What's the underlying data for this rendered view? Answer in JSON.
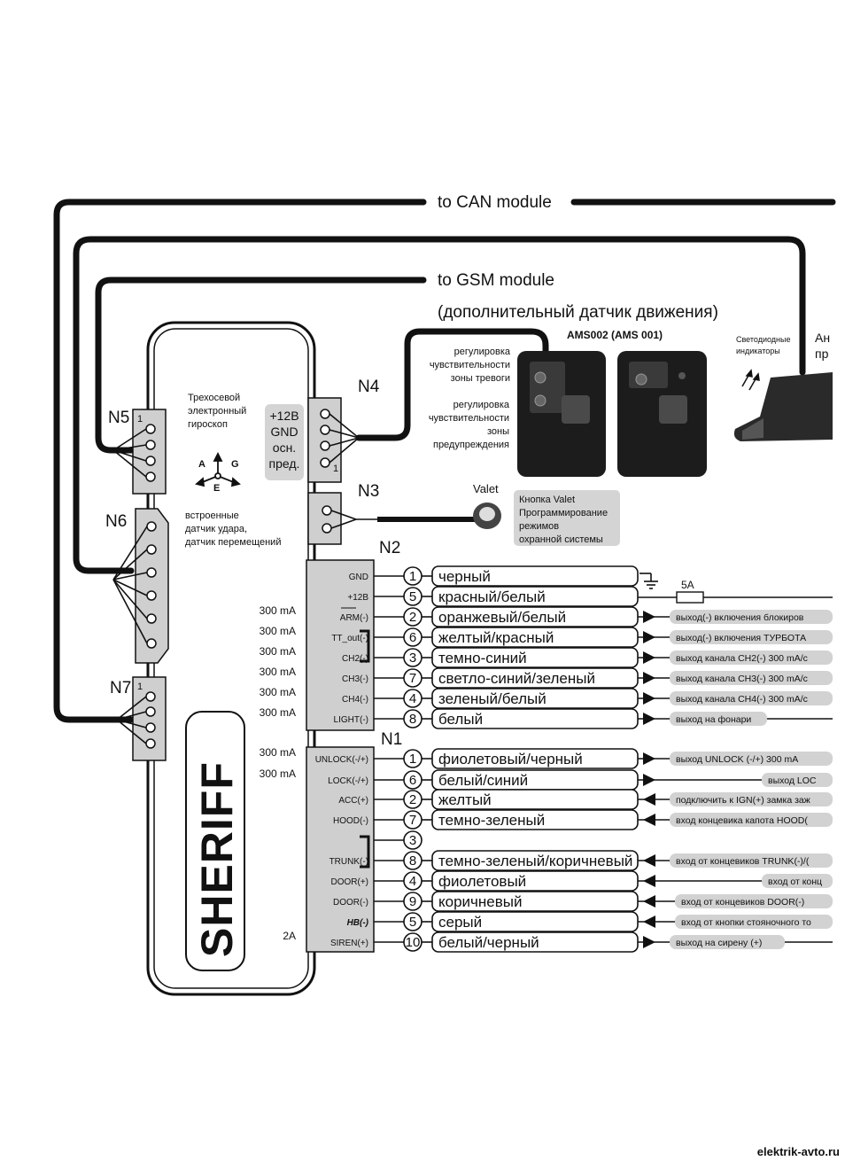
{
  "top_lines": {
    "can": "to CAN module",
    "gsm": "to GSM module",
    "motion": "(дополнительный датчик движения)"
  },
  "ams": {
    "title": "AMS002 (AMS 001)",
    "alarm_zone": [
      "регулировка",
      "чувствительности",
      "зоны тревоги"
    ],
    "warn_zone": [
      "регулировка",
      "чувствительности",
      "зоны",
      "предупреждения"
    ]
  },
  "led": {
    "label": [
      "Светодиодные",
      "индикаторы"
    ],
    "cut": [
      "Ан",
      "пр"
    ]
  },
  "gyro": {
    "label": [
      "Трехосевой",
      "электронный",
      "гироскоп"
    ],
    "axes": [
      "A",
      "G",
      "E"
    ]
  },
  "shock": [
    "встроенные",
    "датчик удара,",
    "датчик перемещений"
  ],
  "n4_box": [
    "+12В",
    "GND",
    "осн.",
    "пред."
  ],
  "connectors": {
    "n1": "N1",
    "n2": "N2",
    "n3": "N3",
    "n4": "N4",
    "n5": "N5",
    "n6": "N6",
    "n7": "N7",
    "pin_one": "1"
  },
  "valet": {
    "label": "Valet",
    "note": [
      "Кнопка Valet",
      "Программирование",
      "режимов",
      "охранной системы"
    ]
  },
  "fuse": "5A",
  "brand": "SHERIFF",
  "n2_rows": [
    {
      "current": "",
      "pin": "GND",
      "num": "1",
      "color": "черный",
      "out": ""
    },
    {
      "current": "",
      "pin": "+12В",
      "num": "5",
      "color": "красный/белый",
      "out": ""
    },
    {
      "current": "300 mA",
      "pin": "ARM(-)",
      "num": "2",
      "color": "оранжевый/белый",
      "out": "выход(-)  включения блокиров"
    },
    {
      "current": "300 mA",
      "pin": "TT_out(-)",
      "num": "6",
      "color": "желтый/красный",
      "out": "выход(-)  включения ТУРБОТА"
    },
    {
      "current": "300 mA",
      "pin": "CH2(-)",
      "num": "3",
      "color": "темно-синий",
      "out": "выход канала CH2(-) 300 mA/c"
    },
    {
      "current": "300 mA",
      "pin": "CH3(-)",
      "num": "7",
      "color": "светло-синий/зеленый",
      "out": "выход канала CH3(-) 300 mA/c"
    },
    {
      "current": "300 mA",
      "pin": "CH4(-)",
      "num": "4",
      "color": "зеленый/белый",
      "out": "выход канала CH4(-) 300 mA/c"
    },
    {
      "current": "300 mA",
      "pin": "LIGHT(-)",
      "num": "8",
      "color": "белый",
      "out": "выход на фонари"
    }
  ],
  "n1_rows": [
    {
      "current": "300 mA",
      "pin": "UNLOCK(-/+)",
      "num": "1",
      "color": "фиолетовый/черный",
      "out": "выход  UNLOCK (-/+)  300 mA"
    },
    {
      "current": "300 mA",
      "pin": "LOCK(-/+)",
      "num": "6",
      "color": "белый/синий",
      "out": "выход  LOC"
    },
    {
      "current": "",
      "pin": "ACC(+)",
      "num": "2",
      "color": "желтый",
      "out": "подключить к IGN(+) замка заж"
    },
    {
      "current": "",
      "pin": "HOOD(-)",
      "num": "7",
      "color": "темно-зеленый",
      "out": "вход концевика капота HOOD("
    },
    {
      "current": "",
      "pin": "",
      "num": "3",
      "color": "",
      "out": ""
    },
    {
      "current": "",
      "pin": "TRUNK(-)",
      "num": "8",
      "color": "темно-зеленый/коричневый",
      "out": "вход от концевиков TRUNK(-)/("
    },
    {
      "current": "",
      "pin": "DOOR(+)",
      "num": "4",
      "color": "фиолетовый",
      "out": "вход от конц"
    },
    {
      "current": "",
      "pin": "DOOR(-)",
      "num": "9",
      "color": "коричневый",
      "out": "вход от концевиков DOOR(-)"
    },
    {
      "current": "",
      "pin": "HB(-)",
      "num": "5",
      "color": "серый",
      "out": "вход от кнопки стояночного то"
    },
    {
      "current": "2A",
      "pin": "SIREN(+)",
      "num": "10",
      "color": "белый/черный",
      "out": "выход на сирену (+)"
    }
  ],
  "watermark": "elektrik-avto.ru"
}
